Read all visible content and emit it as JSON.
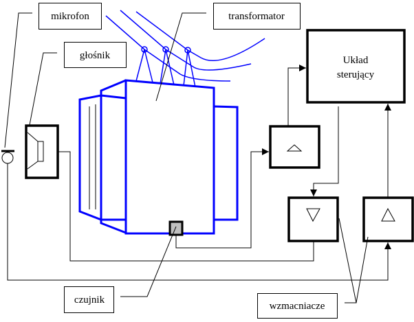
{
  "labels": {
    "microphone": "mikrofon",
    "speaker": "głośnik",
    "transformer": "transformator",
    "control_unit_line1": "Układ",
    "control_unit_line2": "sterujący",
    "sensor": "czujnik",
    "amplifiers": "wzmacniacze"
  },
  "colors": {
    "transformer": "#0000ff",
    "sensor_fill": "#c0c0c0",
    "lines": "#000000"
  },
  "icons": {
    "amplifier_up": "triangle-up",
    "amplifier_down": "triangle-down"
  }
}
